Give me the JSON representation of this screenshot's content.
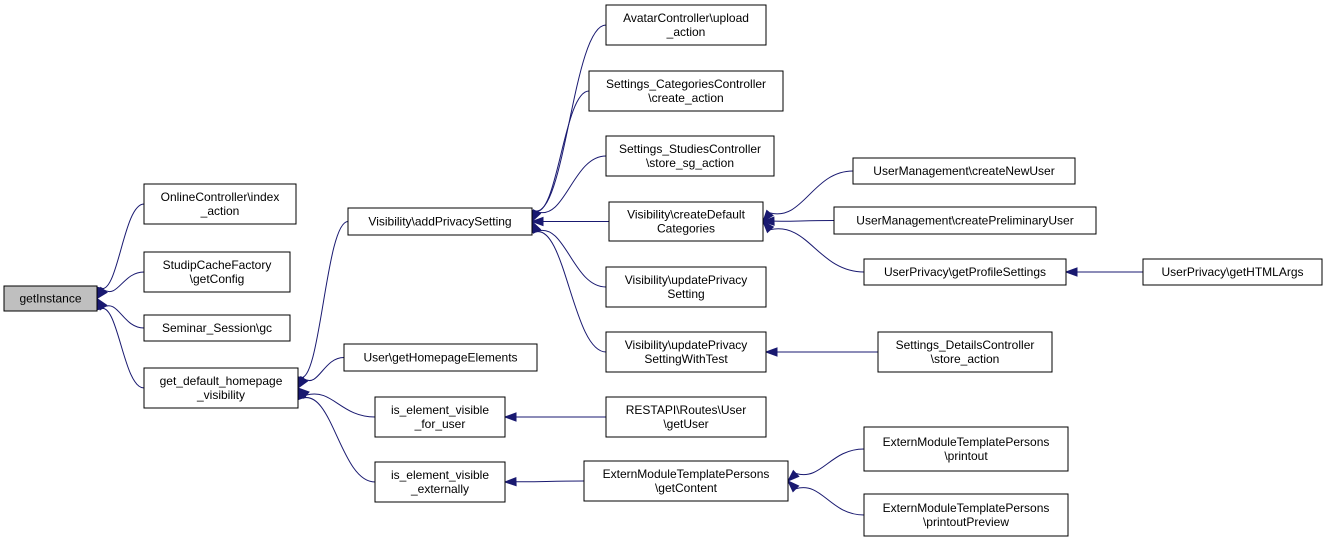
{
  "colors": {
    "edge": "#191970",
    "root_fill": "#bfbfbf",
    "node_fill": "#ffffff"
  },
  "nodes": [
    {
      "id": "getInstance",
      "lines": [
        "getInstance"
      ],
      "root": true
    },
    {
      "id": "online_index",
      "lines": [
        "OnlineController\\index",
        "_action"
      ]
    },
    {
      "id": "studip_cache",
      "lines": [
        "StudipCacheFactory",
        "\\getConfig"
      ]
    },
    {
      "id": "seminar_gc",
      "lines": [
        "Seminar_Session\\gc"
      ]
    },
    {
      "id": "get_default_homepage",
      "lines": [
        "get_default_homepage",
        "_visibility"
      ]
    },
    {
      "id": "add_privacy",
      "lines": [
        "Visibility\\addPrivacySetting"
      ]
    },
    {
      "id": "user_homepage_elements",
      "lines": [
        "User\\getHomepageElements"
      ]
    },
    {
      "id": "is_visible_user",
      "lines": [
        "is_element_visible",
        "_for_user"
      ]
    },
    {
      "id": "is_visible_ext",
      "lines": [
        "is_element_visible",
        "_externally"
      ]
    },
    {
      "id": "avatar_upload",
      "lines": [
        "AvatarController\\upload",
        "_action"
      ]
    },
    {
      "id": "settings_categories",
      "lines": [
        "Settings_CategoriesController",
        "\\create_action"
      ]
    },
    {
      "id": "settings_studies",
      "lines": [
        "Settings_StudiesController",
        "\\store_sg_action"
      ]
    },
    {
      "id": "create_default_categories",
      "lines": [
        "Visibility\\createDefault",
        "Categories"
      ]
    },
    {
      "id": "update_privacy",
      "lines": [
        "Visibility\\updatePrivacy",
        "Setting"
      ]
    },
    {
      "id": "update_privacy_test",
      "lines": [
        "Visibility\\updatePrivacy",
        "SettingWithTest"
      ]
    },
    {
      "id": "restapi_getuser",
      "lines": [
        "RESTAPI\\Routes\\User",
        "\\getUser"
      ]
    },
    {
      "id": "extern_getcontent",
      "lines": [
        "ExternModuleTemplatePersons",
        "\\getContent"
      ]
    },
    {
      "id": "um_create_new",
      "lines": [
        "UserManagement\\createNewUser"
      ]
    },
    {
      "id": "um_create_prelim",
      "lines": [
        "UserManagement\\createPreliminaryUser"
      ]
    },
    {
      "id": "privacy_profile",
      "lines": [
        "UserPrivacy\\getProfileSettings"
      ]
    },
    {
      "id": "settings_details",
      "lines": [
        "Settings_DetailsController",
        "\\store_action"
      ]
    },
    {
      "id": "extern_printout",
      "lines": [
        "ExternModuleTemplatePersons",
        "\\printout"
      ]
    },
    {
      "id": "extern_printout_preview",
      "lines": [
        "ExternModuleTemplatePersons",
        "\\printoutPreview"
      ]
    },
    {
      "id": "privacy_html_args",
      "lines": [
        "UserPrivacy\\getHTMLArgs"
      ]
    }
  ],
  "edges": [
    {
      "from": "online_index",
      "to": "getInstance"
    },
    {
      "from": "studip_cache",
      "to": "getInstance"
    },
    {
      "from": "seminar_gc",
      "to": "getInstance"
    },
    {
      "from": "get_default_homepage",
      "to": "getInstance"
    },
    {
      "from": "add_privacy",
      "to": "get_default_homepage"
    },
    {
      "from": "user_homepage_elements",
      "to": "get_default_homepage"
    },
    {
      "from": "is_visible_user",
      "to": "get_default_homepage"
    },
    {
      "from": "is_visible_ext",
      "to": "get_default_homepage"
    },
    {
      "from": "avatar_upload",
      "to": "add_privacy"
    },
    {
      "from": "settings_categories",
      "to": "add_privacy"
    },
    {
      "from": "settings_studies",
      "to": "add_privacy"
    },
    {
      "from": "create_default_categories",
      "to": "add_privacy"
    },
    {
      "from": "update_privacy",
      "to": "add_privacy"
    },
    {
      "from": "update_privacy_test",
      "to": "add_privacy"
    },
    {
      "from": "restapi_getuser",
      "to": "is_visible_user"
    },
    {
      "from": "extern_getcontent",
      "to": "is_visible_ext"
    },
    {
      "from": "um_create_new",
      "to": "create_default_categories"
    },
    {
      "from": "um_create_prelim",
      "to": "create_default_categories"
    },
    {
      "from": "privacy_profile",
      "to": "create_default_categories"
    },
    {
      "from": "settings_details",
      "to": "update_privacy_test"
    },
    {
      "from": "extern_printout",
      "to": "extern_getcontent"
    },
    {
      "from": "extern_printout_preview",
      "to": "extern_getcontent"
    },
    {
      "from": "privacy_html_args",
      "to": "privacy_profile"
    }
  ]
}
